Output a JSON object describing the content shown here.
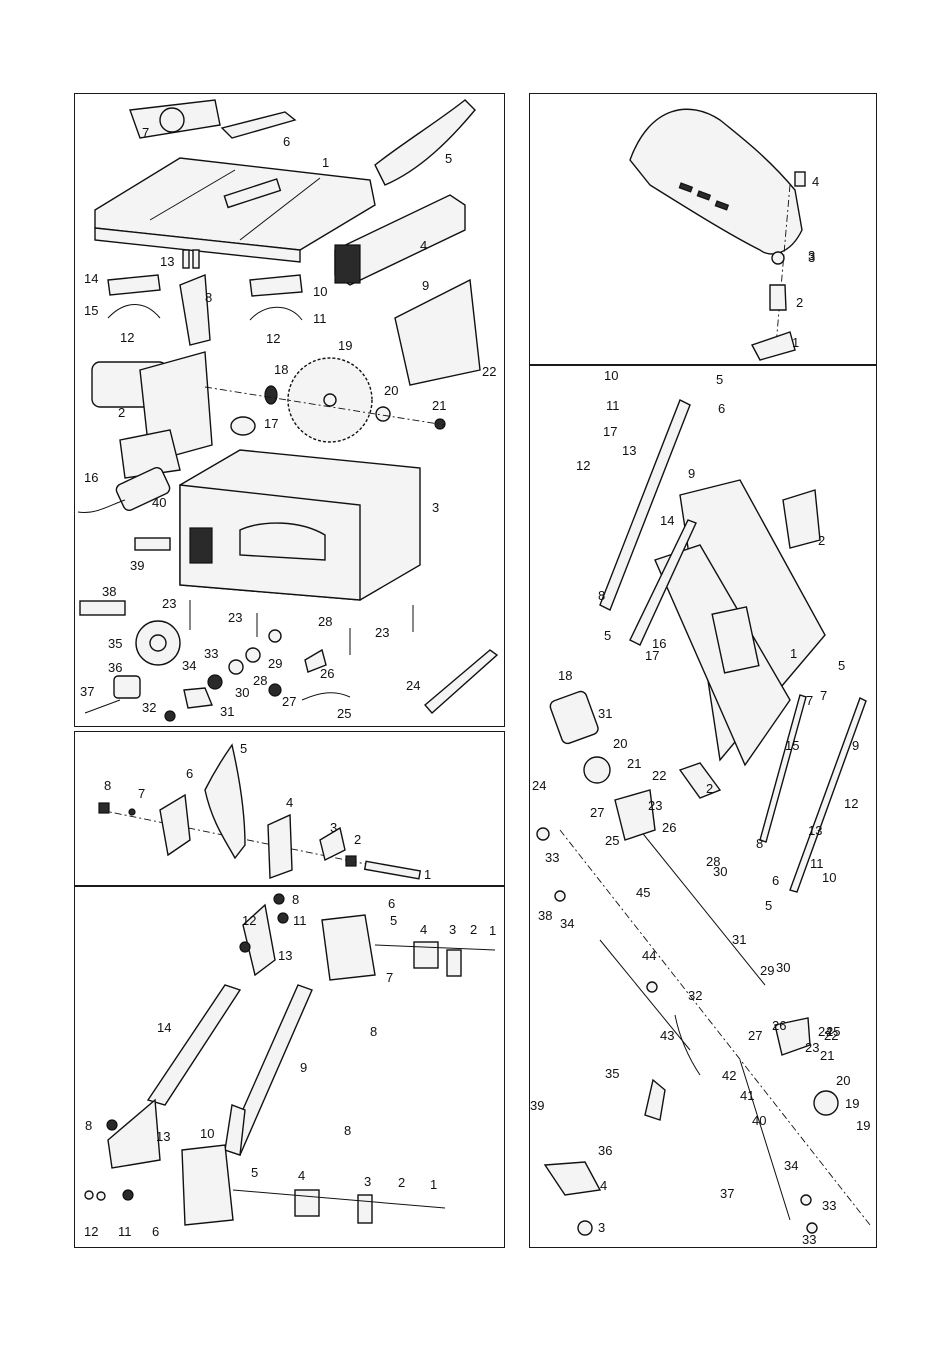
{
  "panels": {
    "main": {
      "labels": [
        "1",
        "2",
        "3",
        "4",
        "5",
        "6",
        "7",
        "8",
        "9",
        "10",
        "11",
        "12",
        "12",
        "13",
        "14",
        "15",
        "16",
        "17",
        "18",
        "19",
        "20",
        "21",
        "22",
        "23",
        "23",
        "23",
        "24",
        "25",
        "26",
        "27",
        "28",
        "28",
        "29",
        "30",
        "31",
        "32",
        "33",
        "34",
        "35",
        "36",
        "37",
        "38",
        "39",
        "40"
      ]
    },
    "riving_knife": {
      "labels": [
        "1",
        "2",
        "3",
        "4",
        "5",
        "6",
        "7",
        "8"
      ]
    },
    "fence": {
      "labels": [
        "1",
        "1",
        "2",
        "2",
        "3",
        "3",
        "4",
        "4",
        "5",
        "5",
        "6",
        "6",
        "7",
        "8",
        "8",
        "8",
        "8",
        "9",
        "10",
        "11",
        "11",
        "12",
        "12",
        "13",
        "13",
        "14"
      ]
    },
    "blade_guard": {
      "labels": [
        "1",
        "2",
        "3",
        "4"
      ]
    },
    "table_mechanism": {
      "labels": [
        "1",
        "2",
        "2",
        "3",
        "3",
        "4",
        "5",
        "5",
        "5",
        "5",
        "6",
        "6",
        "7",
        "7",
        "8",
        "8",
        "9",
        "9",
        "10",
        "10",
        "11",
        "11",
        "12",
        "12",
        "13",
        "13",
        "14",
        "15",
        "16",
        "17",
        "17",
        "18",
        "19",
        "19",
        "20",
        "20",
        "21",
        "21",
        "22",
        "22",
        "23",
        "23",
        "24",
        "24",
        "25",
        "25",
        "26",
        "26",
        "27",
        "27",
        "28",
        "29",
        "30",
        "30",
        "31",
        "31",
        "32",
        "33",
        "33",
        "33",
        "34",
        "34",
        "35",
        "36",
        "37",
        "38",
        "39",
        "40",
        "41",
        "42",
        "43",
        "44",
        "45"
      ]
    }
  }
}
